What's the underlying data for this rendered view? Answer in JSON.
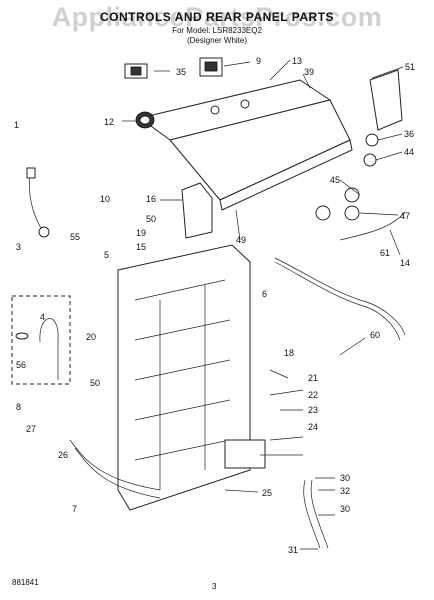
{
  "header": {
    "title": "CONTROLS AND REAR PANEL PARTS",
    "model_line": "For Model: LSR8233EQ2",
    "color_line": "(Designer White)"
  },
  "watermark": "AppliancePartsPros.com",
  "footer": {
    "code": "881841",
    "page": "3"
  },
  "callouts": [
    "35",
    "9",
    "13",
    "39",
    "51",
    "1",
    "12",
    "36",
    "44",
    "45",
    "47",
    "16",
    "10",
    "50",
    "49",
    "55",
    "15",
    "19",
    "3",
    "5",
    "6",
    "61",
    "14",
    "4",
    "20",
    "60",
    "18",
    "56",
    "21",
    "50",
    "8",
    "22",
    "27",
    "23",
    "24",
    "26",
    "25",
    "30",
    "7",
    "32",
    "30",
    "31"
  ]
}
